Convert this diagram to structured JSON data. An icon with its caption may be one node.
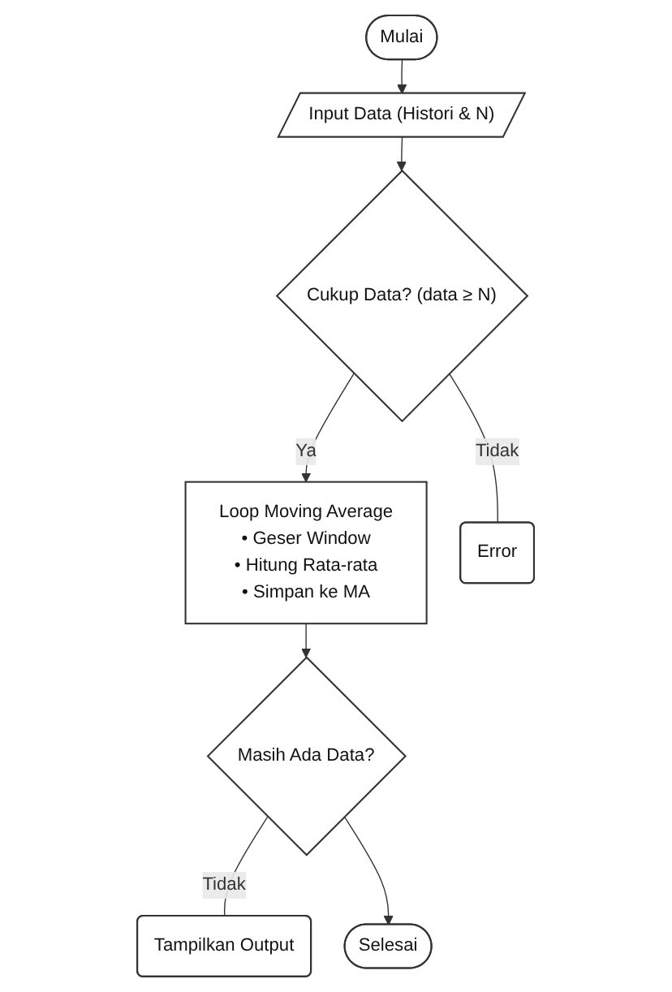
{
  "diagram": {
    "nodes": [
      {
        "text": [
          "Mulai"
        ]
      },
      {
        "text": [
          "Input Data (Histori & N)"
        ]
      },
      {
        "text": [
          "Cukup Data? (data ≥ N)"
        ]
      },
      {
        "text": [
          "Error"
        ]
      },
      {
        "text": [
          "Loop Moving Average",
          "• Geser Window",
          "• Hitung Rata-rata",
          "• Simpan ke MA"
        ]
      },
      {
        "text": [
          "Masih Ada Data?"
        ]
      },
      {
        "text": [
          "Tampilkan Output"
        ]
      },
      {
        "text": [
          "Selesai"
        ]
      }
    ],
    "edges": [
      {
        "from": 0,
        "to": 1,
        "arrow": "to"
      },
      {
        "from": 1,
        "to": 2,
        "arrow": "to"
      },
      {
        "from": 2,
        "to": 3,
        "arrow": "none",
        "label": "Tidak"
      },
      {
        "from": 2,
        "to": 4,
        "arrow": "to",
        "label": "Ya"
      },
      {
        "from": 4,
        "to": 5,
        "arrow": "to"
      },
      {
        "from": 5,
        "to": 6,
        "arrow": "none",
        "label": "Tidak"
      },
      {
        "from": 5,
        "to": 7,
        "arrow": "to"
      }
    ]
  }
}
